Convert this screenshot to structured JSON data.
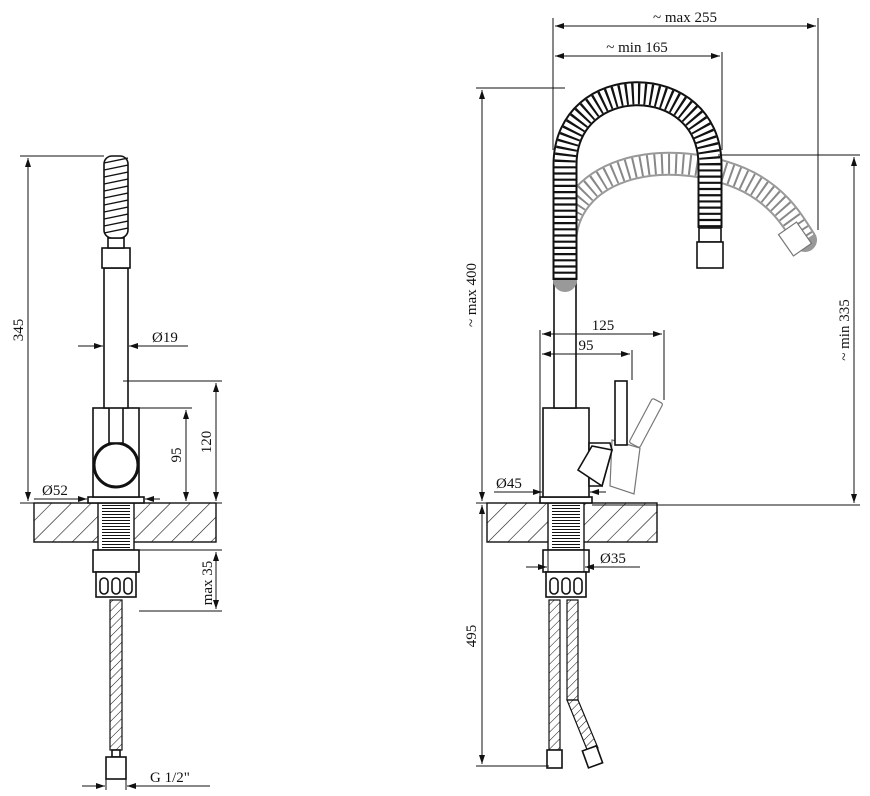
{
  "front_view": {
    "height": "345",
    "spout_diameter": "Ø19",
    "lever_height": "95",
    "body_height": "120",
    "base_diameter": "Ø52",
    "mount_depth": "max 35",
    "thread": "G 1/2\""
  },
  "side_view": {
    "reach_max": "~ max 255",
    "reach_min": "~ min 165",
    "height_max": "~ max 400",
    "height_min": "~ min 335",
    "lever_reach": "125",
    "body_reach": "95",
    "base_diameter": "Ø45",
    "shank_diameter": "Ø35",
    "hose_length": "495"
  }
}
